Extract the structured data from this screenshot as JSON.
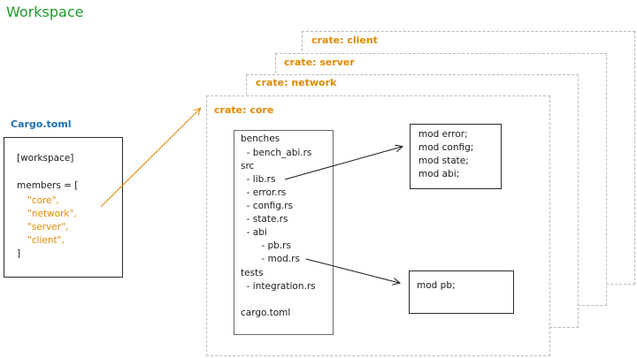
{
  "title": "Workspace",
  "cargo": {
    "label": "Cargo.toml",
    "workspace": "[workspace]",
    "members_open": "members = [",
    "members": [
      "\"core\",",
      "\"network\",",
      "\"server\",",
      "\"client\","
    ],
    "close": "]"
  },
  "crates": {
    "client": "crate: client",
    "server": "crate: server",
    "network": "crate: network",
    "core": "crate: core"
  },
  "tree": [
    "benches",
    "  - bench_abi.rs",
    "src",
    "  - lib.rs",
    "  - error.rs",
    "  - config.rs",
    "  - state.rs",
    "  - abi",
    "       - pb.rs",
    "       - mod.rs",
    "tests",
    "  - integration.rs",
    "",
    "cargo.toml"
  ],
  "mods_lib": [
    "mod error;",
    "mod config;",
    "mod state;",
    "mod abi;"
  ],
  "mods_abi": [
    "mod pb;"
  ],
  "colors": {
    "title": "#1e9a2a",
    "cargo_label": "#1f6fb0",
    "crate_label": "#e08a00",
    "member": "#e08a00"
  }
}
